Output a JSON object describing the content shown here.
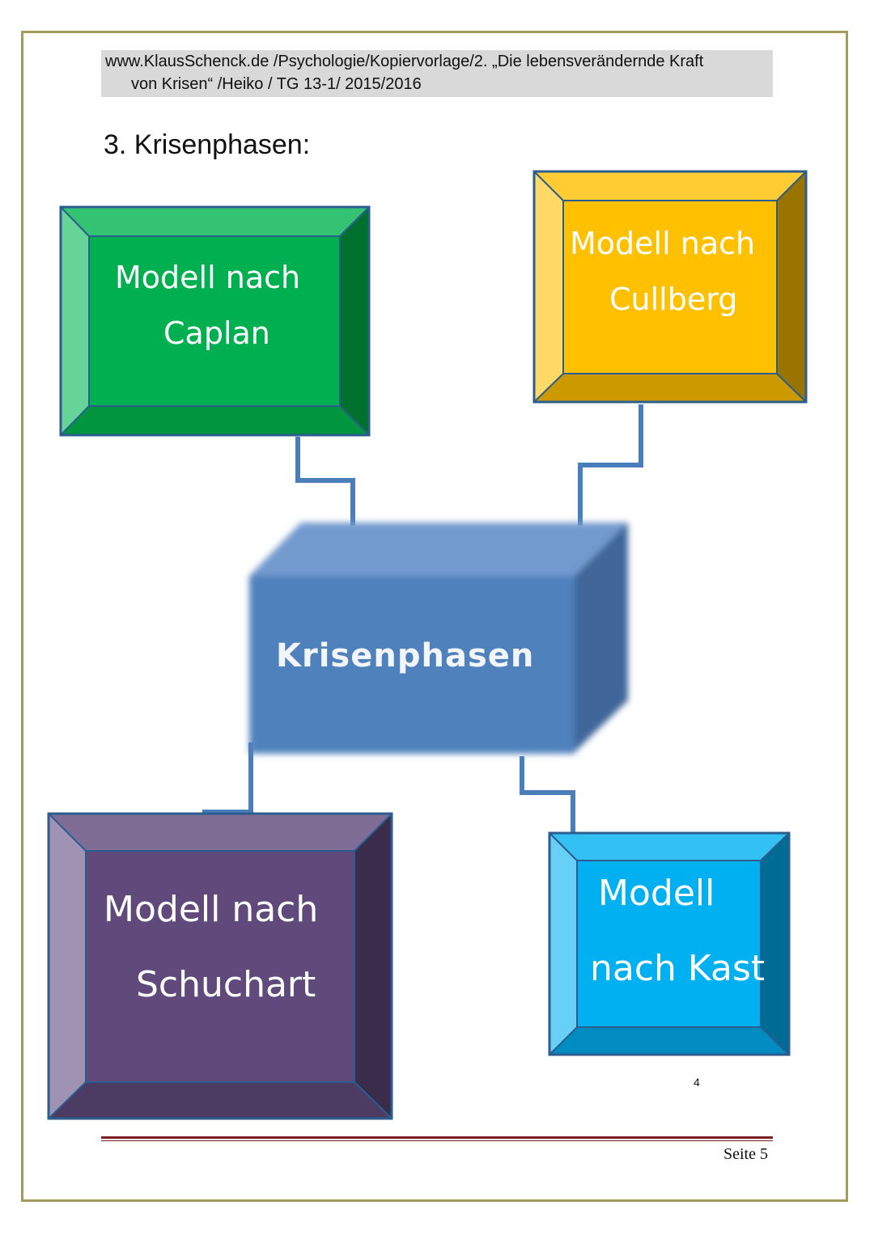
{
  "header": {
    "line1": "www.KlausSchenck.de /Psychologie/Kopiervorlage/2.  „Die lebensverändernde Kraft",
    "line2": "von Krisen“ /Heiko / TG 13-1/ 2015/2016"
  },
  "section_title": "3. Krisenphasen:",
  "diagram": {
    "center": {
      "label": "Krisenphasen"
    },
    "boxes": [
      {
        "id": "caplan",
        "line1": "Modell nach",
        "line2": "Caplan",
        "color": "#00b050"
      },
      {
        "id": "cullberg",
        "line1": "Modell nach",
        "line2": "Cullberg",
        "color": "#ffc000"
      },
      {
        "id": "schuchart",
        "line1": "Modell nach",
        "line2": "Schuchart",
        "color": "#604a7b"
      },
      {
        "id": "kast",
        "line1": "Modell",
        "line2": "nach Kast",
        "color": "#00b0f0"
      }
    ],
    "connector_color": "#4a7ebb",
    "center_color": "#4f81bd"
  },
  "small_number": "4",
  "footer": {
    "page_label": "Seite 5"
  }
}
